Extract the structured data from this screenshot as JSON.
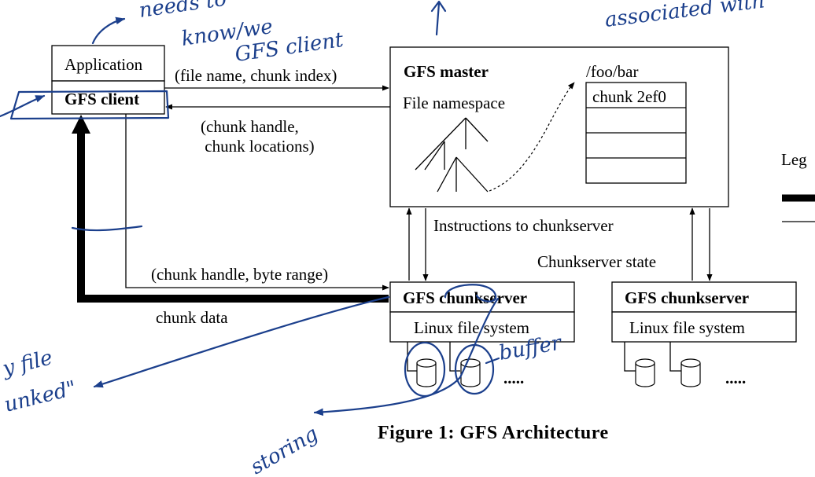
{
  "boxes": {
    "application": "Application",
    "gfs_client": "GFS client",
    "gfs_master": "GFS master",
    "file_namespace": "File namespace",
    "path": "/foo/bar",
    "chunk_id": "chunk 2ef0",
    "chunkserver_1": "GFS chunkserver",
    "chunkserver_2": "GFS chunkserver",
    "linux_fs_1": "Linux file system",
    "linux_fs_2": "Linux file system",
    "legend": "Leg"
  },
  "edges": {
    "request": "(file name, chunk index)",
    "reply_line1": "(chunk handle,",
    "reply_line2": " chunk locations)",
    "instructions": "Instructions to chunkserver",
    "chunkserver_state": "Chunkserver state",
    "byte_range": "(chunk handle, byte range)",
    "chunk_data": "chunk data",
    "dots": "....."
  },
  "caption": "Figure 1:  GFS Architecture",
  "annotations": {
    "needs_to": "needs to",
    "know_we": "know/we",
    "gfs_client": "GFS client",
    "associated": "associated with",
    "buffer": "buffer",
    "storing": "storing",
    "file_1": "y  file",
    "file_2": "unked\""
  }
}
